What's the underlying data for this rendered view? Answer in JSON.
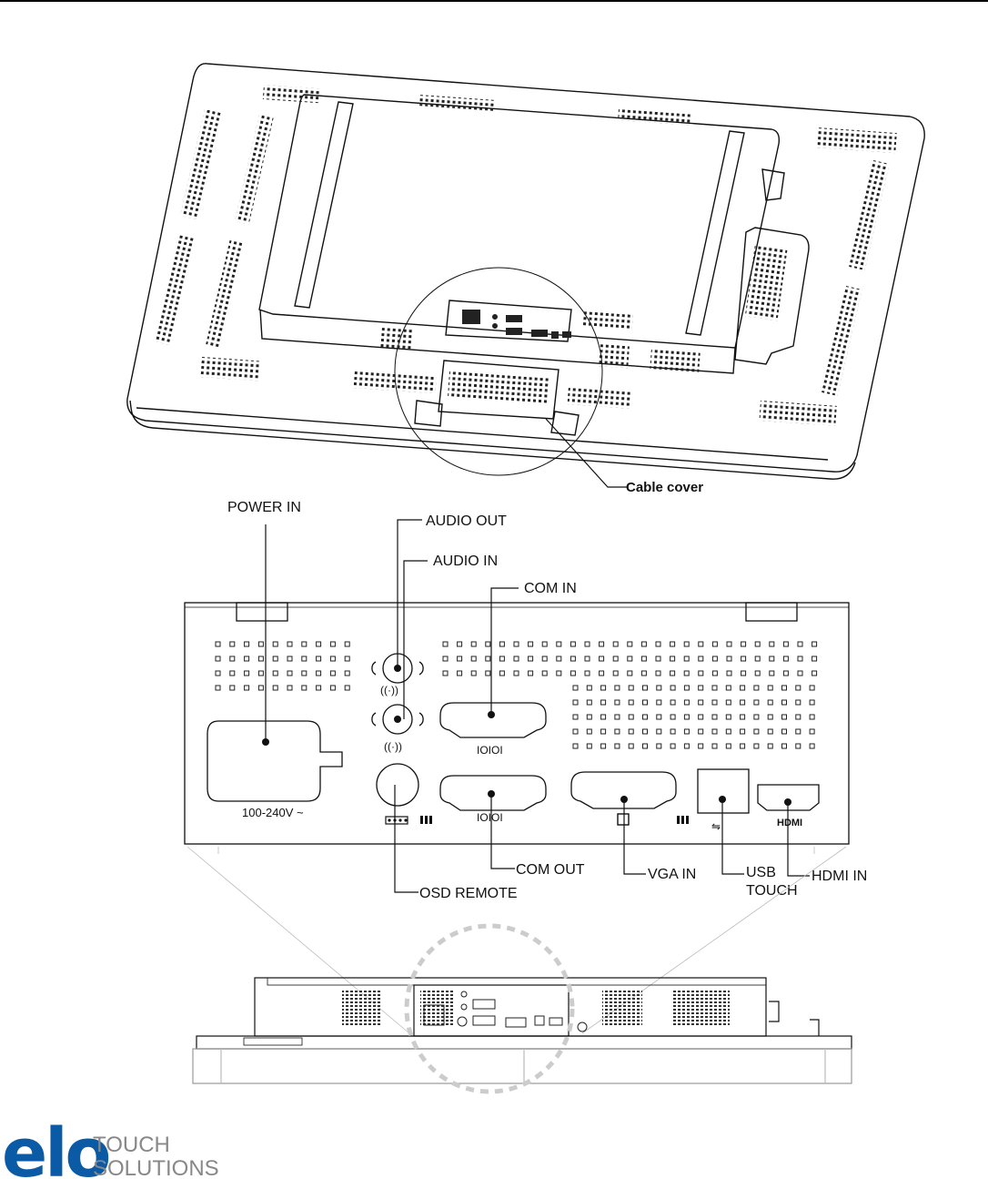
{
  "labels": {
    "cable_cover": "Cable cover",
    "power_in": "POWER IN",
    "audio_out": "AUDIO OUT",
    "audio_in": "AUDIO IN",
    "com_in": "COM IN",
    "com_out": "COM OUT",
    "vga_in": "VGA IN",
    "usb_touch_line1": "USB",
    "usb_touch_line2": "TOUCH",
    "hdmi_in": "HDMI IN",
    "osd_remote": "OSD REMOTE"
  },
  "panel_marks": {
    "voltage": "100-240V ~",
    "hdmi": "HDMI"
  },
  "logo": {
    "brand": "elo",
    "line1": "TOUCH",
    "line2": "SOLUTIONS",
    "brand_color": "#0a5aa5"
  }
}
